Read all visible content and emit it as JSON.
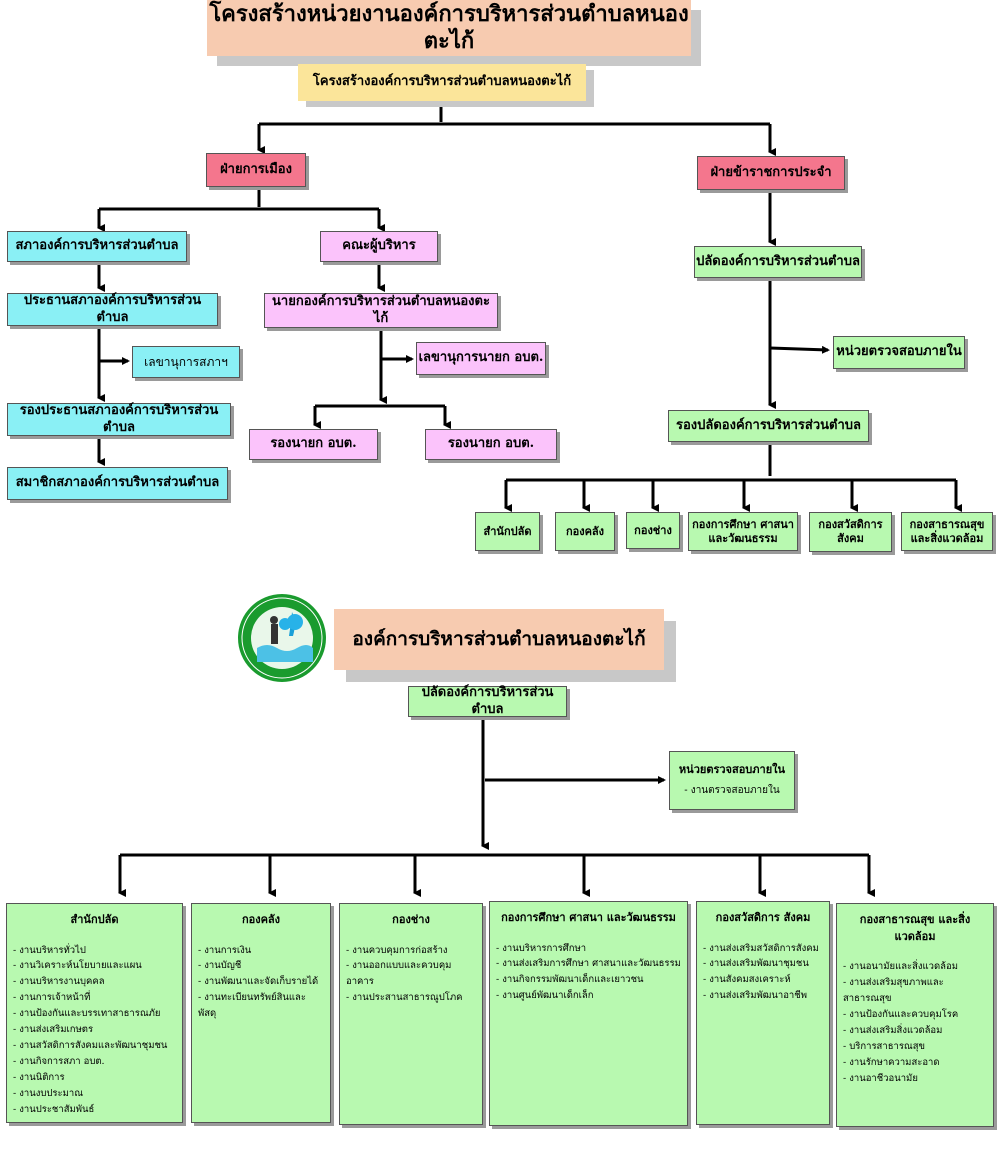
{
  "top": {
    "title": "โครงสร้างหน่วยงานองค์การบริหารส่วนตำบลหนองตะไก้",
    "subtitle": "โครงสร้างองค์การบริหารส่วนตำบลหนองตะไก้",
    "political": "ฝ่ายการเมือง",
    "civil": "ฝ่ายข้าราชการประจำ",
    "council": "สภาองค์การบริหารส่วนตำบล",
    "council_president": "ประธานสภาองค์การบริหารส่วนตำบล",
    "council_secretary": "เลขานุการสภาฯ",
    "council_vice": "รองประธานสภาองค์การบริหารส่วนตำบล",
    "council_member": "สมาชิกสภาองค์การบริหารส่วนตำบล",
    "executive": "คณะผู้บริหาร",
    "mayor": "นายกองค์การบริหารส่วนตำบลหนองตะไก้",
    "mayor_secretary": "เลขานุการนายก อบต.",
    "deputy_1": "รองนายก อบต.",
    "deputy_2": "รองนายก อบต.",
    "clerk": "ปลัดองค์การบริหารส่วนตำบล",
    "audit": "หน่วยตรวจสอบภายใน",
    "deputy_clerk": "รองปลัดองค์การบริหารส่วนตำบล",
    "divisions": [
      "สำนักปลัด",
      "กองคลัง",
      "กองช่าง",
      "กองการศึกษา ศาสนา และวัฒนธรรม",
      "กองสวัสดิการ สังคม",
      "กองสาธารณสุข และสิ่งแวดล้อม"
    ]
  },
  "bottom": {
    "org_name": "องค์การบริหารส่วนตำบลหนองตะไก้",
    "clerk": "ปลัดองค์การบริหารส่วนตำบล",
    "audit_title": "หน่วยตรวจสอบภายใน",
    "audit_item": "- งานตรวจสอบภายใน",
    "departments": [
      {
        "title": "สำนักปลัด",
        "items": [
          "งานบริหารทั่วไป",
          "งานวิเคราะห์นโยบายและแผน",
          "งานบริหารงานบุคคล",
          "งานการเจ้าหน้าที่",
          "งานป้องกันและบรรเทาสาธารณภัย",
          "งานส่งเสริมเกษตร",
          "งานสวัสดิการสังคมและพัฒนาชุมชน",
          "งานกิจการสภา อบต.",
          "งานนิติการ",
          "งานงบประมาณ",
          "งานประชาสัมพันธ์"
        ]
      },
      {
        "title": "กองคลัง",
        "items": [
          "งานการเงิน",
          "งานบัญชี",
          "งานพัฒนาและจัดเก็บรายได้",
          "งานทะเบียนทรัพย์สินและพัสดุ"
        ]
      },
      {
        "title": "กองช่าง",
        "items": [
          "งานควบคุมการก่อสร้าง",
          "งานออกแบบและควบคุมอาคาร",
          "งานประสานสาธารณูปโภค"
        ]
      },
      {
        "title": "กองการศึกษา ศาสนา และวัฒนธรรม",
        "items": [
          "งานบริหารการศึกษา",
          "งานส่งเสริมการศึกษา ศาสนาและวัฒนธรรม",
          "งานกิจกรรมพัฒนาเด็กและเยาวชน",
          "งานศูนย์พัฒนาเด็กเล็ก"
        ]
      },
      {
        "title": "กองสวัสดิการ สังคม",
        "items": [
          "งานส่งเสริมสวัสดิการสังคม",
          "งานส่งเสริมพัฒนาชุมชน",
          "งานสังคมสงเคราะห์",
          "งานส่งเสริมพัฒนาอาชีพ"
        ]
      },
      {
        "title": "กองสาธารณสุข และสิ่งแวดล้อม",
        "items": [
          "งานอนามัยและสิ่งแวดล้อม",
          "งานส่งเสริมสุขภาพและ สาธารณสุข",
          "งานป้องกันและควบคุมโรค",
          "งานส่งเสริมสิ่งแวดล้อม",
          "บริการสาธารณสุข",
          "งานรักษาความสะอาด",
          "งานอาชีวอนามัย"
        ]
      }
    ]
  },
  "colors": {
    "political": "#f4768d",
    "council": "#8af0f5",
    "executive": "#fbc3fb",
    "civil": "#b8f9b0",
    "title_bg": "#f7cbb0",
    "subtitle_bg": "#fbe59a"
  }
}
